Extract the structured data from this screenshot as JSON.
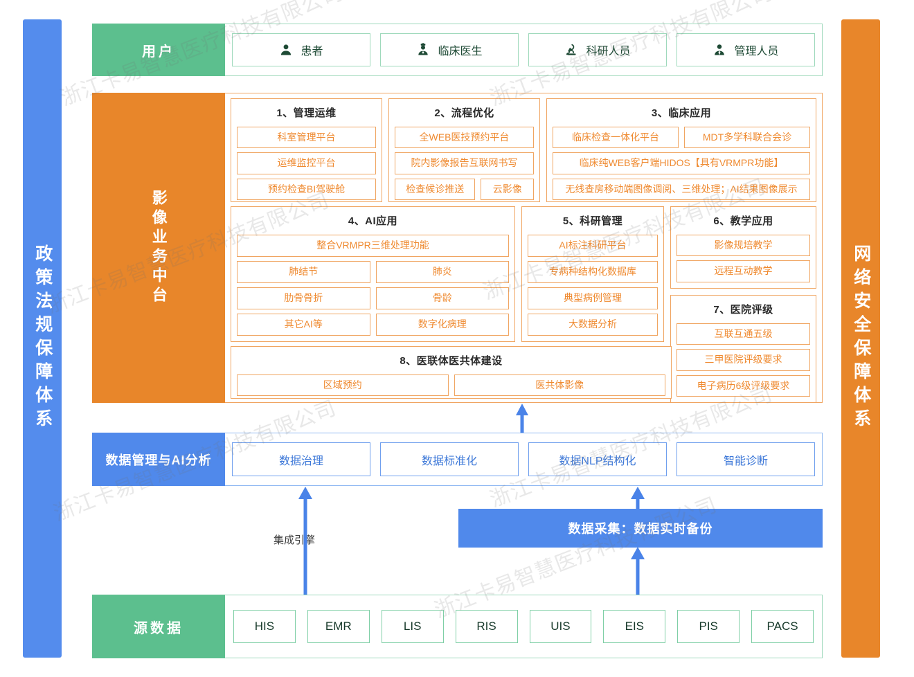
{
  "watermark": "浙江卡易智慧医疗科技有限公司",
  "pillars": {
    "left": {
      "label": "政策法规保障体系",
      "color": "#548ced"
    },
    "right": {
      "label": "网络安全保障体系",
      "color": "#e8862a"
    }
  },
  "user_band": {
    "label": "用户",
    "color": "#5cbf8e",
    "items": [
      {
        "icon": "patient-icon",
        "label": "患者"
      },
      {
        "icon": "doctor-icon",
        "label": "临床医生"
      },
      {
        "icon": "microscope-icon",
        "label": "科研人员"
      },
      {
        "icon": "manager-icon",
        "label": "管理人员"
      }
    ]
  },
  "mid_band": {
    "label": "影像业务中台",
    "color": "#e8862a",
    "groups": {
      "g1": {
        "title": "1、管理运维",
        "cells": [
          "科室管理平台",
          "运维监控平台",
          "预约检查BI驾驶舱"
        ]
      },
      "g2": {
        "title": "2、流程优化",
        "cells": [
          "全WEB医技预约平台",
          "院内影像报告互联网书写"
        ],
        "pair": [
          "检查候诊推送",
          "云影像"
        ]
      },
      "g3": {
        "title": "3、临床应用",
        "pair": [
          "临床检查一体化平台",
          "MDT多学科联合会诊"
        ],
        "cells": [
          "临床纯WEB客户端HIDOS【具有VRMPR功能】",
          "无线查房移动端图像调阅、三维处理；AI结果图像展示"
        ]
      },
      "g4": {
        "title": "4、AI应用",
        "full": "整合VRMPR三维处理功能",
        "pairs": [
          [
            "肺结节",
            "肺炎"
          ],
          [
            "肋骨骨折",
            "骨龄"
          ],
          [
            "其它AI等",
            "数字化病理"
          ]
        ]
      },
      "g5": {
        "title": "5、科研管理",
        "cells": [
          "AI标注科研平台",
          "专病种结构化数据库",
          "典型病例管理",
          "大数据分析"
        ]
      },
      "g6": {
        "title": "6、教学应用",
        "cells": [
          "影像规培教学",
          "远程互动教学"
        ]
      },
      "g7": {
        "title": "7、医院评级",
        "cells": [
          "互联互通五级",
          "三甲医院评级要求",
          "电子病历6级评级要求"
        ]
      },
      "g8": {
        "title": "8、医联体医共体建设",
        "pair": [
          "区域预约",
          "医共体影像"
        ]
      }
    }
  },
  "data_band": {
    "label": "数据管理与AI分析",
    "color": "#5089eb",
    "items": [
      "数据治理",
      "数据标准化",
      "数据NLP结构化",
      "智能诊断"
    ]
  },
  "middle_gap": {
    "integration_label": "集成引擎",
    "collect_label": "数据采集：数据实时备份",
    "collect_color": "#5089eb"
  },
  "source_band": {
    "label": "源数据",
    "color": "#5cbf8e",
    "items": [
      "HIS",
      "EMR",
      "LIS",
      "RIS",
      "UIS",
      "EIS",
      "PIS",
      "PACS"
    ]
  },
  "arrow_color": "#4a83e8"
}
